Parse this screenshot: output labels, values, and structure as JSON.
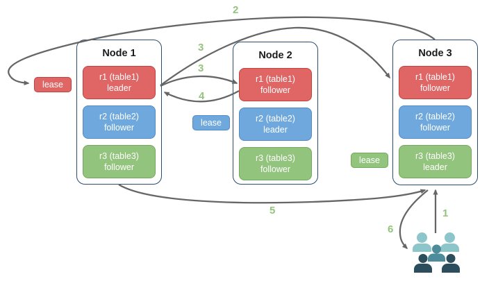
{
  "diagram": {
    "nodes": [
      {
        "title": "Node 1",
        "replicas": [
          {
            "name": "r1 (table1)",
            "role": "leader",
            "color": "red"
          },
          {
            "name": "r2 (table2)",
            "role": "follower",
            "color": "blue"
          },
          {
            "name": "r3 (table3)",
            "role": "follower",
            "color": "green"
          }
        ]
      },
      {
        "title": "Node 2",
        "replicas": [
          {
            "name": "r1 (table1)",
            "role": "follower",
            "color": "red"
          },
          {
            "name": "r2 (table2)",
            "role": "leader",
            "color": "blue"
          },
          {
            "name": "r3 (table3)",
            "role": "follower",
            "color": "green"
          }
        ]
      },
      {
        "title": "Node 3",
        "replicas": [
          {
            "name": "r1 (table1)",
            "role": "follower",
            "color": "red"
          },
          {
            "name": "r2 (table2)",
            "role": "follower",
            "color": "blue"
          },
          {
            "name": "r3 (table3)",
            "role": "leader",
            "color": "green"
          }
        ]
      }
    ],
    "lease_labels": [
      {
        "text": "lease",
        "color": "red"
      },
      {
        "text": "lease",
        "color": "blue"
      },
      {
        "text": "lease",
        "color": "green"
      }
    ],
    "step_labels": [
      "2",
      "3",
      "3",
      "4",
      "5",
      "1",
      "6"
    ],
    "edges": [
      {
        "label": "1",
        "from": "users",
        "to": "Node 3 r3 leader"
      },
      {
        "label": "2",
        "from": "Node 3 top",
        "to": "red lease label"
      },
      {
        "label": "3",
        "from": "Node 1 r1 leader",
        "to": "Node 3 r1 follower"
      },
      {
        "label": "3",
        "from": "Node 1 r1 leader",
        "to": "Node 2 r1 follower"
      },
      {
        "label": "4",
        "from": "Node 2 r1 follower",
        "to": "Node 1 r1 leader"
      },
      {
        "label": "5",
        "from": "Node 1 bottom",
        "to": "Node 3 bottom"
      },
      {
        "label": "6",
        "from": "Node 3 bottom",
        "to": "users"
      }
    ],
    "icons": {
      "users": "users-group-icon"
    },
    "colors": {
      "red_fill": "#e06666",
      "red_border": "#c5403a",
      "blue_fill": "#6fa8dc",
      "blue_border": "#5489c4",
      "green_fill": "#93c47d",
      "green_border": "#74a85c",
      "node_border": "#2b4a6f",
      "arrow": "#666666",
      "step_label": "#93c47d",
      "users_light": "#8cc6cb",
      "users_mid": "#4d8c9b",
      "users_dark": "#2b4d5c"
    }
  }
}
